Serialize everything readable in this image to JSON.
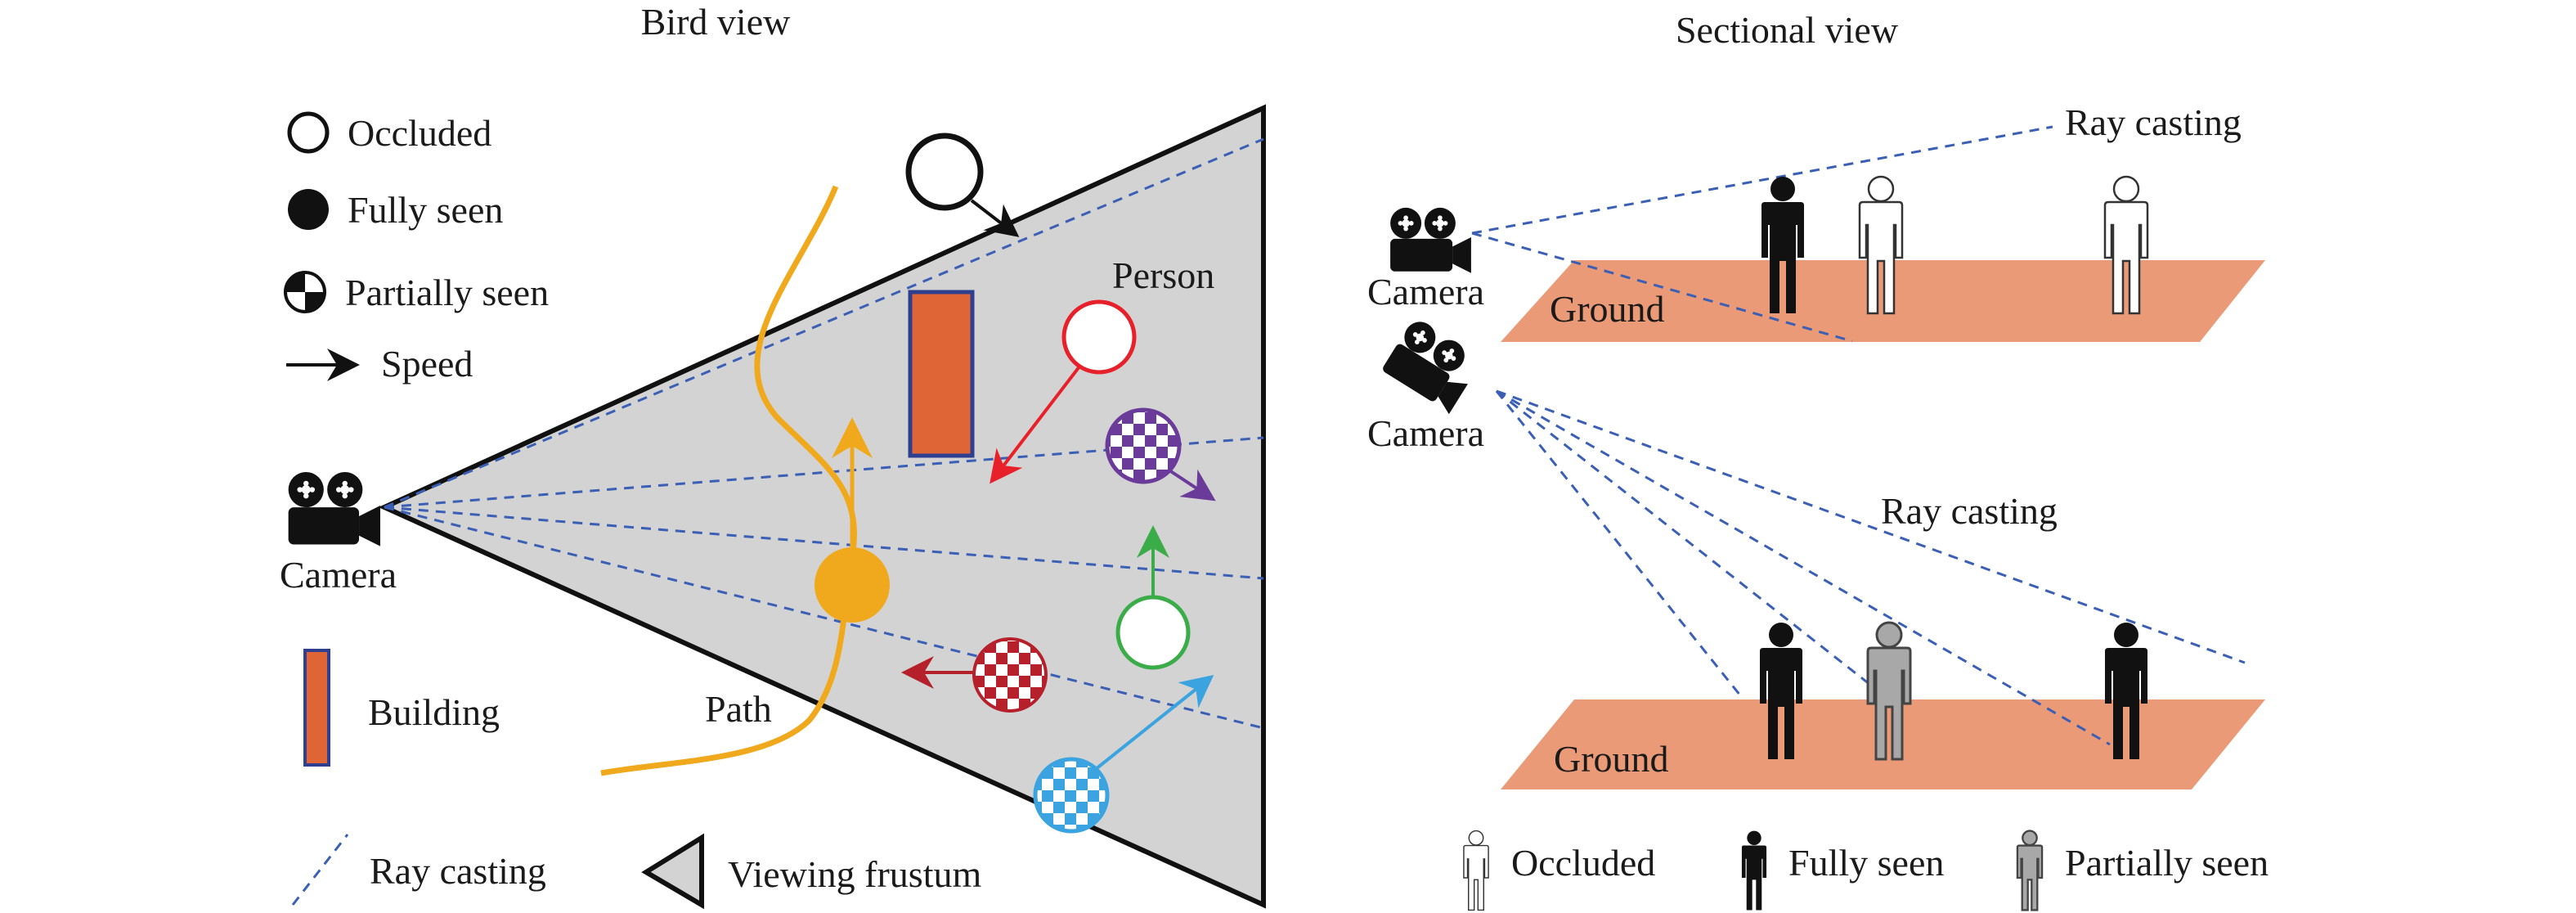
{
  "bird_view": {
    "title": "Bird view",
    "legend": {
      "occluded": "Occluded",
      "fully_seen": "Fully seen",
      "partially_seen": "Partially seen",
      "speed": "Speed",
      "building": "Building",
      "ray_casting": "Ray casting",
      "viewing_frustum": "Viewing frustum"
    },
    "labels": {
      "person": "Person",
      "camera": "Camera",
      "path": "Path"
    }
  },
  "sectional_view": {
    "title": "Sectional view",
    "upper": {
      "ray_casting": "Ray casting",
      "camera": "Camera",
      "ground": "Ground"
    },
    "lower": {
      "ray_casting": "Ray casting",
      "camera": "Camera",
      "ground": "Ground"
    },
    "legend": {
      "occluded": "Occluded",
      "fully_seen": "Fully seen",
      "partially_seen": "Partially seen"
    }
  },
  "colors": {
    "frustum_fill": "#d3d3d3",
    "ray": "#3a5fb4",
    "building": "#e06536",
    "building_border": "#2e3f8f",
    "path": "#f0a91d",
    "ground": "#eb9a77",
    "red_person": "#e8202a",
    "purple_person": "#6b3b9a",
    "green_person": "#3aac48",
    "darkred_person": "#b5202a",
    "blue_person": "#3aa3e0",
    "partial_gray": "#a8a8a8"
  }
}
